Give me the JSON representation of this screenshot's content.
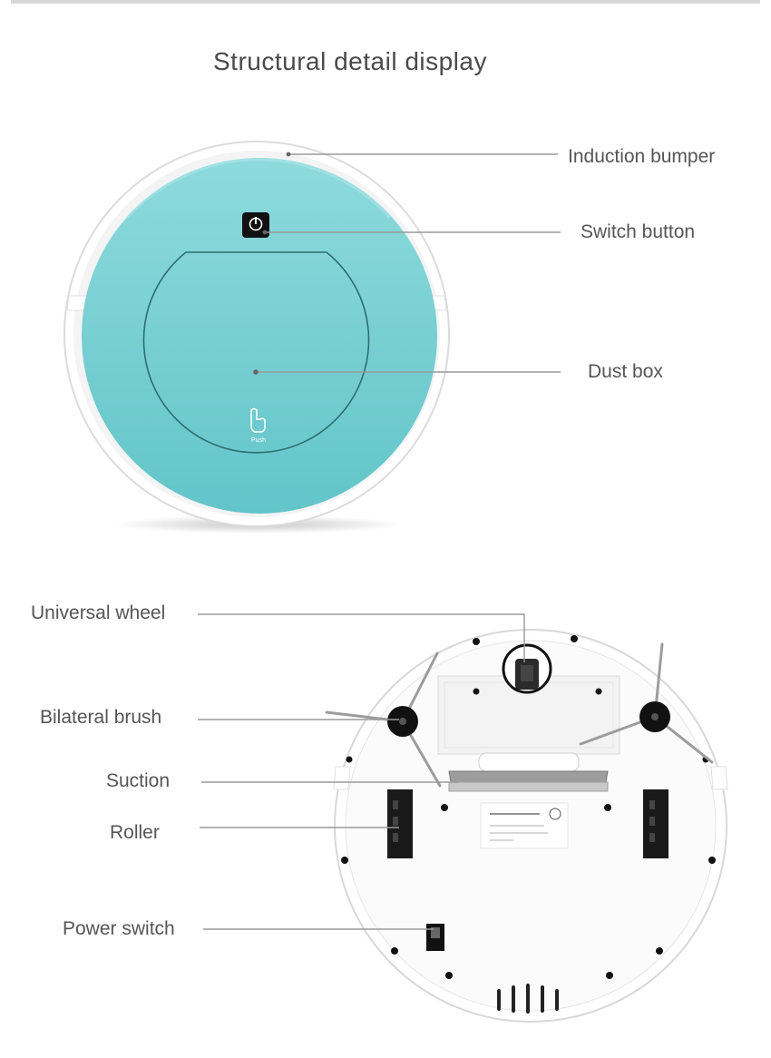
{
  "title": "Structural detail display",
  "top_view": {
    "labels": {
      "induction_bumper": "Induction bumper",
      "switch_button": "Switch button",
      "dust_box": "Dust box"
    },
    "push_text": "Push"
  },
  "bottom_view": {
    "labels": {
      "universal_wheel": "Universal wheel",
      "bilateral_brush": "Bilateral brush",
      "suction": "Suction",
      "roller": "Roller",
      "power_switch": "Power switch"
    }
  },
  "colors": {
    "lid": "#7fd3d6",
    "lid_dark": "#5fc4c8",
    "body": "#ffffff",
    "line": "#9a9a9a",
    "text": "#555555"
  }
}
